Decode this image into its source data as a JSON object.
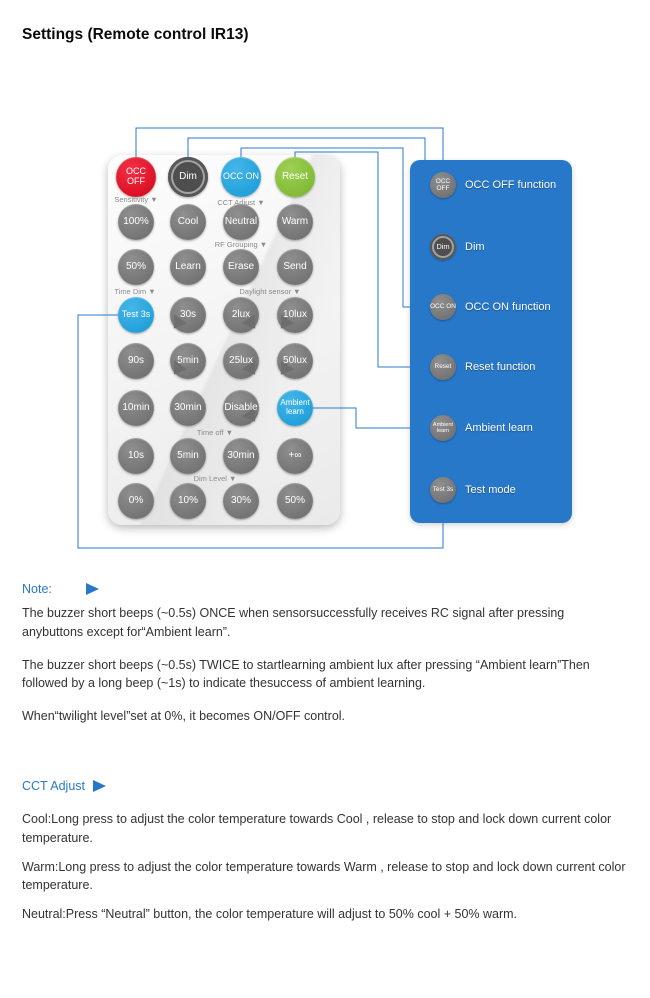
{
  "page": {
    "title": "Settings (Remote control IR13)"
  },
  "colors": {
    "accent_blue": "#2878ca",
    "button_red": "#e11426",
    "button_blue": "#29a8e0",
    "button_green": "#8cc63e",
    "button_gray": "#7a7a7a",
    "panel_blue": "#2878ca"
  },
  "remote": {
    "sections": {
      "sensitivity": "Sensitivity ▼",
      "cct_adjust": "CCT Adjust ▼",
      "rf_grouping": "RF Grouping ▼",
      "time_dim": "Time Dim ▼",
      "daylight_sensor": "Daylight sensor ▼",
      "time_off": "Time off ▼",
      "dim_level": "Dim Level ▼"
    },
    "buttons": {
      "occ_off": "OCC OFF",
      "dim": "Dim",
      "occ_on": "OCC ON",
      "reset": "Reset",
      "pct_100": "100%",
      "cool": "Cool",
      "neutral": "Neutral",
      "warm": "Warm",
      "pct_50": "50%",
      "learn": "Learn",
      "erase": "Erase",
      "send": "Send",
      "test": "Test 3s",
      "s30": "30s",
      "lux2": "2lux",
      "lux10": "10lux",
      "s90": "90s",
      "min5": "5min",
      "lux25": "25lux",
      "lux50": "50lux",
      "min10": "10min",
      "min30": "30min",
      "disable": "Disable",
      "ambient": "Ambient learn",
      "off_10s": "10s",
      "off_5min": "5min",
      "off_30min": "30min",
      "off_inf": "+∞",
      "dim_0": "0%",
      "dim_10": "10%",
      "dim_30": "30%",
      "dim_50": "50%"
    }
  },
  "legend": {
    "items": [
      {
        "icon": "OCC OFF",
        "label": "OCC OFF function"
      },
      {
        "icon": "Dim",
        "label": "Dim"
      },
      {
        "icon": "OCC ON",
        "label": "OCC ON function"
      },
      {
        "icon": "Reset",
        "label": "Reset function"
      },
      {
        "icon": "Ambient learn",
        "label": "Ambient learn"
      },
      {
        "icon": "Test 3s",
        "label": "Test mode"
      }
    ]
  },
  "note": {
    "heading": "Note:",
    "paragraphs": [
      "The buzzer short beeps (~0.5s) ONCE when sensorsuccessfully receives RC signal after pressing anybuttons except for“Ambient learn”.",
      "The buzzer short beeps (~0.5s) TWICE to startlearning ambient lux after pressing “Ambient learn”Then followed by a long beep (~1s) to indicate thesuccess of ambient learning.",
      "When“twilight level”set at 0%, it becomes ON/OFF control."
    ]
  },
  "cct": {
    "heading": "CCT Adjust",
    "paragraphs": [
      "Cool:Long press to adjust the color temperature towards Cool , release to stop and lock down current color temperature.",
      "Warm:Long press to adjust the color temperature towards Warm , release to stop and lock down current color temperature.",
      "Neutral:Press “Neutral” button,  the color temperature will adjust to 50% cool + 50% warm."
    ]
  }
}
